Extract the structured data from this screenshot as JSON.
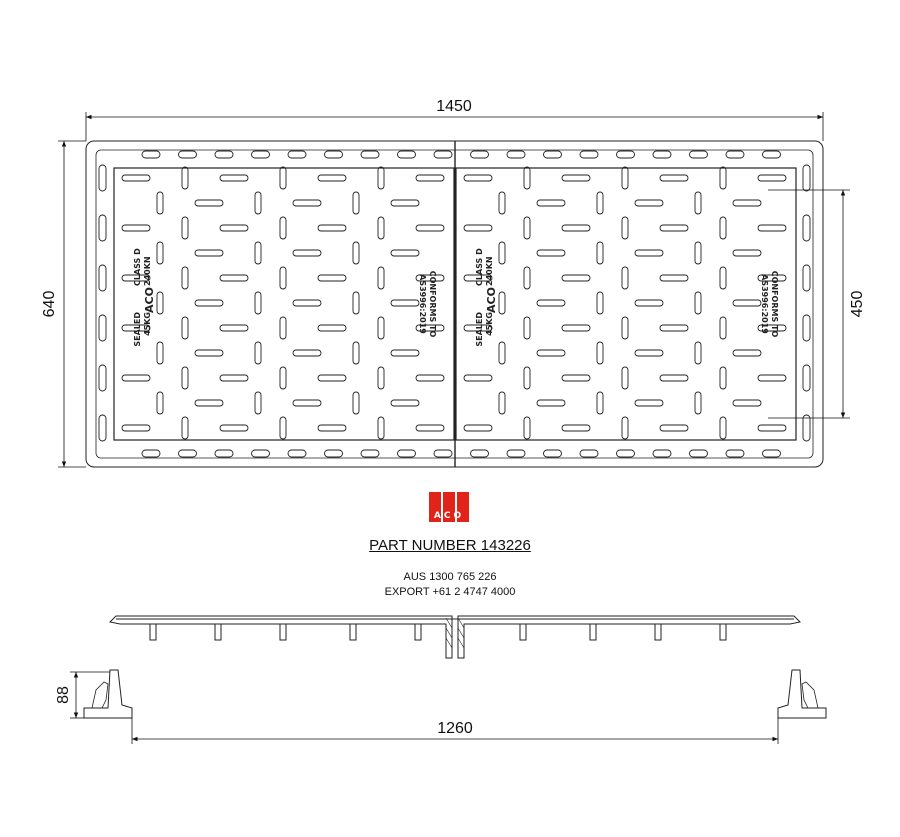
{
  "dimensions": {
    "overall_width": "1450",
    "overall_height": "640",
    "clear_opening": "450",
    "base_length": "1260",
    "frame_height": "88"
  },
  "casting": {
    "line_conforms": "CONFORMS TO",
    "line_standard": "AS3996:2019",
    "line_sealed": "SEALED",
    "line_weight": "45KG",
    "line_brand": "ACO",
    "line_class": "CLASS D",
    "line_load": "240KN"
  },
  "logo": {
    "text": "ACO",
    "color": "#e2231a"
  },
  "part": {
    "label": "PART NUMBER 143226"
  },
  "contact": {
    "aus": "AUS 1300 765 226",
    "export": "EXPORT +61 2 4747 4000"
  }
}
